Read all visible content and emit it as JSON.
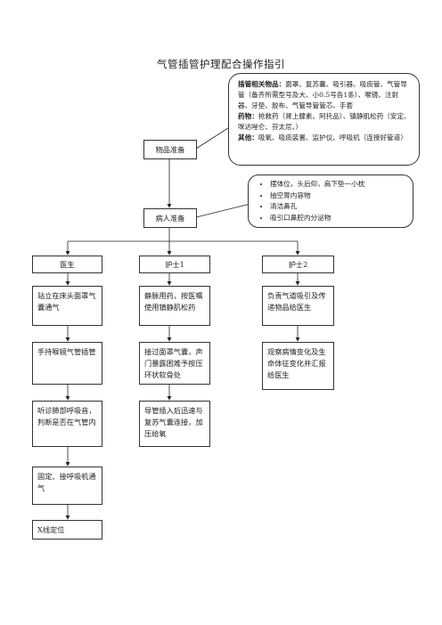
{
  "title": "气管插管护理配合操作指引",
  "supplies": {
    "label": "物品准备",
    "items_title": "插管相关物品",
    "items_text": "面罩、复苏囊、吸引器、吸痰管、气管导管（备齐所需型号及大、小0.5号各1条）、喉镜、注射器、牙垫、胶布、气管导管管芯、手套",
    "drugs_title": "药物",
    "drugs_text": "抢救药（肾上腺素、阿托品）、镇静肌松药（安定、咪达唑仑、芬太尼、）",
    "other_title": "其他",
    "other_text": "吸氧、吸痰装置、监护仪、呼吸机（连接好管道）"
  },
  "patient": {
    "label": "病人准备",
    "items": [
      "摆体位，头后仰，肩下垫一小枕",
      "抽空胃内容物",
      "清洁鼻孔",
      "吸引口鼻腔内分泌物"
    ]
  },
  "roles": {
    "doctor": "医生",
    "nurse1": "护士1",
    "nurse2": "护士2"
  },
  "doctor_steps": [
    "站立在床头面罩气囊通气",
    "手持喉镜气管插管",
    "听诊肺部呼吸音，判断是否在气管内",
    "固定、接呼吸机通气",
    "X线定位"
  ],
  "nurse1_steps": [
    "静脉用药，按医嘱使用镇静肌松药",
    "接过面罩气囊，声门暴露困难予按压环状软骨处",
    "导管插入后迅速与复苏气囊连接，加压给氧"
  ],
  "nurse2_steps": [
    "负责气道吸引及传递物品给医生",
    "观察病情变化及生命体征变化并汇报给医生"
  ]
}
